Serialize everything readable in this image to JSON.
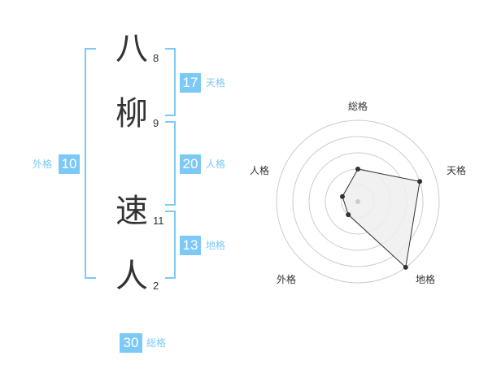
{
  "name": {
    "chars": [
      {
        "char": "八",
        "strokes": "8"
      },
      {
        "char": "柳",
        "strokes": "9"
      },
      {
        "char": "速",
        "strokes": "11"
      },
      {
        "char": "人",
        "strokes": "2"
      }
    ]
  },
  "kakusu": {
    "tenkaku": {
      "value": "17",
      "label": "天格"
    },
    "jinkaku": {
      "value": "20",
      "label": "人格"
    },
    "chikaku": {
      "value": "13",
      "label": "地格"
    },
    "gaikaku": {
      "value": "10",
      "label": "外格"
    },
    "soukaku": {
      "value": "30",
      "label": "総格"
    }
  },
  "radar": {
    "axes": [
      "総格",
      "天格",
      "地格",
      "外格",
      "人格"
    ],
    "levels": 5,
    "values": [
      2,
      4,
      5,
      1,
      1
    ],
    "colors": {
      "ring": "#cccccc",
      "fill": "#eeeeee",
      "line": "#333333",
      "center": "#cccccc"
    }
  },
  "colors": {
    "accent": "#7dc9f6",
    "text": "#333333"
  }
}
